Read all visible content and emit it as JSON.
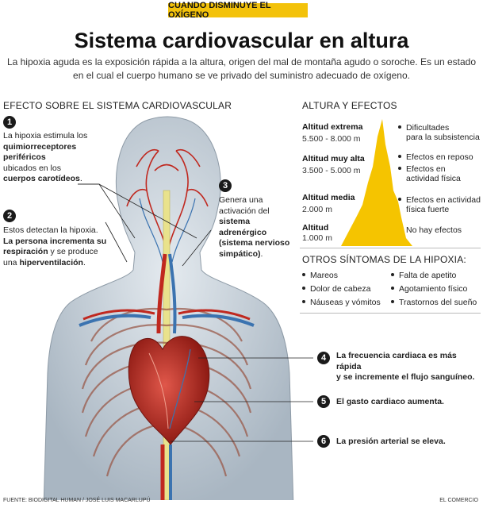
{
  "kicker": "CUANDO DISMINUYE EL OXÍGENO",
  "title": "Sistema cardiovascular en altura",
  "intro": "La hipoxia aguda es la exposición rápida a la altura, origen del mal de montaña agudo o soroche. Es un estado en el cual el cuerpo humano se ve privado del suministro adecuado de oxígeno.",
  "left_heading": "EFECTO SOBRE EL SISTEMA CARDIOVASCULAR",
  "steps": [
    {
      "num": "1",
      "l1": "La hipoxia estimula los",
      "l2": "quimiorreceptores",
      "l3": "periféricos",
      "l4": "ubicados en los",
      "l5": "cuerpos carotídeos",
      "l5b": "."
    },
    {
      "num": "2",
      "l1": "Estos detectan la hipoxia.",
      "l2": "La persona incrementa su",
      "l3": "respiración",
      "l3b": " y se produce",
      "l4a": "una ",
      "l4": "hiperventilación",
      "l4b": "."
    },
    {
      "num": "3",
      "l1": "Genera una",
      "l2": "activación del",
      "l3": "sistema",
      "l4": "adrenérgico",
      "l5": "(sistema nervioso",
      "l6": "simpático)",
      "l6b": "."
    },
    {
      "num": "4",
      "l1": "La frecuencia cardiaca es más rápida",
      "l2": "y se incremente el flujo sanguíneo."
    },
    {
      "num": "5",
      "l1": "El gasto cardiaco aumenta."
    },
    {
      "num": "6",
      "l1": "La presión arterial se eleva."
    }
  ],
  "right_heading": "ALTURA Y EFECTOS",
  "altitudes": [
    {
      "label": "Altitud extrema",
      "range": "5.500 - 8.000 m",
      "effects": [
        "Dificultades",
        "para la subsistencia"
      ]
    },
    {
      "label": "Altitud muy alta",
      "range": "3.500 - 5.000 m",
      "effects": [
        "Efectos en reposo",
        "Efectos en",
        "actividad física"
      ]
    },
    {
      "label": "Altitud media",
      "range": "2.000 m",
      "effects": [
        "Efectos en actividad",
        "física fuerte"
      ]
    },
    {
      "label": "Altitud",
      "range": "1.000 m",
      "effects": [
        "No hay efectos"
      ]
    }
  ],
  "symptoms_heading": "OTROS SÍNTOMAS DE LA HIPOXIA:",
  "symptoms": [
    "Mareos",
    "Falta de apetito",
    "Dolor de cabeza",
    "Agotamiento físico",
    "Náuseas y vómitos",
    "Trastornos del sueño"
  ],
  "footer_source": "FUENTE: BIODIGITAL HUMAN / JOSÉ LUIS MACARLUPÚ",
  "footer_brand": "EL COMERCIO",
  "colors": {
    "accent": "#f3c20a",
    "mountain": "#f5c400",
    "artery": "#c0281f",
    "vein": "#3b73b0",
    "body": "#c9d3dc"
  }
}
